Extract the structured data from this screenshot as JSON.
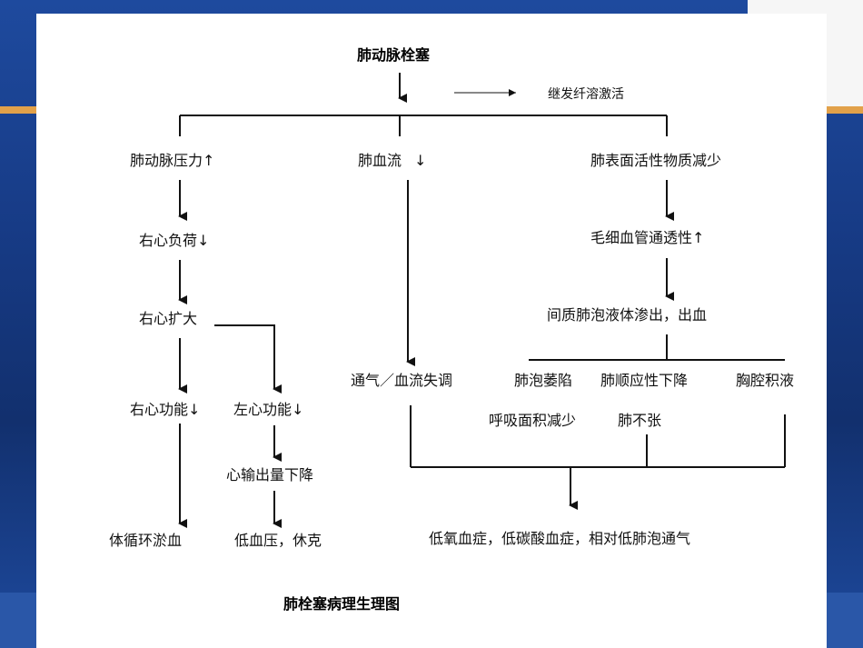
{
  "title": "肺动脉栓塞",
  "side_note": "继发纤溶激活",
  "caption": "肺栓塞病理生理图",
  "nodes": {
    "pa_pressure": "肺动脉压力",
    "lung_flow": "肺血流",
    "surfactant": "肺表面活性物质减少",
    "rv_afterload": "右心负荷",
    "capillary": "毛细血管通透性",
    "rv_dilate": "右心扩大",
    "interstitial": "间质肺泡液体渗出，出血",
    "rv_function": "右心功能",
    "lv_function": "左心功能",
    "vq": "通气／血流失调",
    "collapse": "肺泡萎陷",
    "compliance": "肺顺应性下降",
    "effusion": "胸腔积液",
    "resp_area": "呼吸面积减少",
    "atelectasis": "肺不张",
    "cardiac_output": "心输出量下降",
    "systemic": "体循环淤血",
    "hypotension": "低血压，休克",
    "hypoxemia": "低氧血症，低碳酸血症，相对低肺泡通气"
  },
  "glyphs": {
    "up": "↑",
    "down": "↓"
  },
  "colors": {
    "background": "#1c3d8c",
    "accent": "#e2a14a",
    "line": "#111111"
  }
}
